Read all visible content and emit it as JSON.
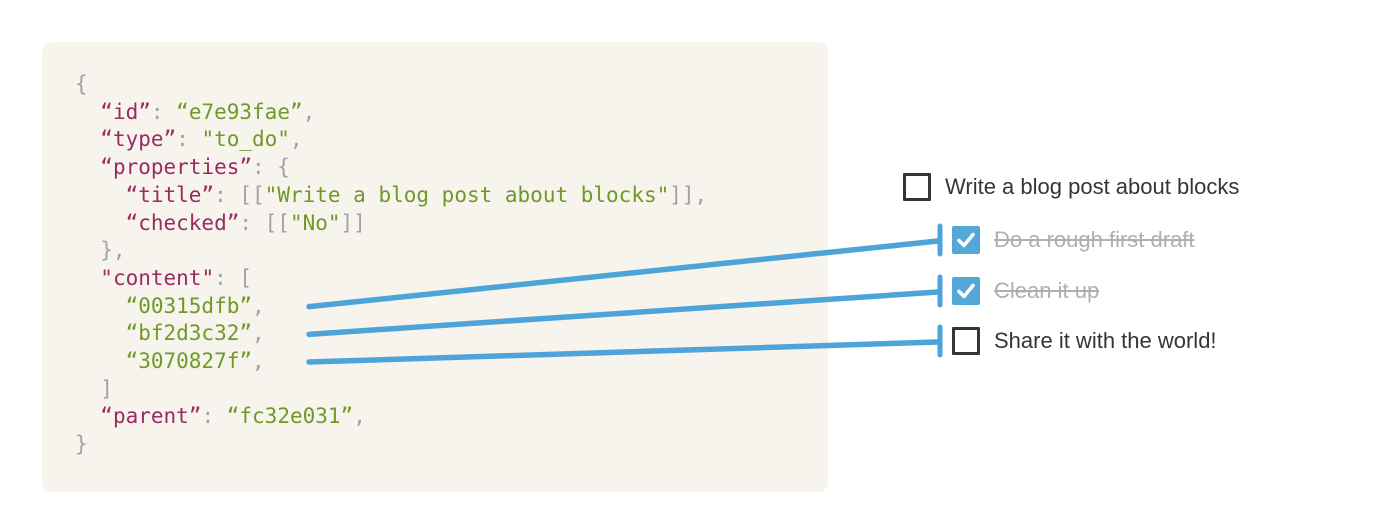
{
  "colors": {
    "page_bg": "#ffffff",
    "code_bg": "#f7f3ed",
    "code_key": "#9c2a63",
    "code_string": "#6f9a28",
    "code_punct": "#a2a2a0",
    "connector_blue": "#4ea3d8",
    "checkbox_checked_blue": "#54a8d8",
    "checkbox_border_dark": "#37352f",
    "todo_text_dark": "#37352f",
    "todo_text_done_gray": "#b1afab"
  },
  "code_block": {
    "lines": [
      [
        {
          "c": "punc",
          "t": "{"
        }
      ],
      [
        {
          "c": "punc",
          "t": "  "
        },
        {
          "c": "key",
          "t": "“id”"
        },
        {
          "c": "punc",
          "t": ": "
        },
        {
          "c": "str",
          "t": "“e7e93fae”"
        },
        {
          "c": "punc",
          "t": ","
        }
      ],
      [
        {
          "c": "punc",
          "t": "  "
        },
        {
          "c": "key",
          "t": "“type”"
        },
        {
          "c": "punc",
          "t": ": "
        },
        {
          "c": "str",
          "t": "\"to_do\""
        },
        {
          "c": "punc",
          "t": ","
        }
      ],
      [
        {
          "c": "punc",
          "t": "  "
        },
        {
          "c": "key",
          "t": "“properties”"
        },
        {
          "c": "punc",
          "t": ": {"
        }
      ],
      [
        {
          "c": "punc",
          "t": "    "
        },
        {
          "c": "key",
          "t": "“title”"
        },
        {
          "c": "punc",
          "t": ": [["
        },
        {
          "c": "str",
          "t": "\"Write a blog post about blocks\""
        },
        {
          "c": "punc",
          "t": "]],"
        }
      ],
      [
        {
          "c": "punc",
          "t": "    "
        },
        {
          "c": "key",
          "t": "“checked”"
        },
        {
          "c": "punc",
          "t": ": [["
        },
        {
          "c": "str",
          "t": "\"No\""
        },
        {
          "c": "punc",
          "t": "]]"
        }
      ],
      [
        {
          "c": "punc",
          "t": "  },"
        }
      ],
      [
        {
          "c": "punc",
          "t": "  "
        },
        {
          "c": "key",
          "t": "\"content\""
        },
        {
          "c": "punc",
          "t": ": ["
        }
      ],
      [
        {
          "c": "punc",
          "t": "    "
        },
        {
          "c": "str",
          "t": "“00315dfb”",
          "id": "00315dfb"
        },
        {
          "c": "punc",
          "t": ","
        }
      ],
      [
        {
          "c": "punc",
          "t": "    "
        },
        {
          "c": "str",
          "t": "“bf2d3c32”",
          "id": "bf2d3c32"
        },
        {
          "c": "punc",
          "t": ","
        }
      ],
      [
        {
          "c": "punc",
          "t": "    "
        },
        {
          "c": "str",
          "t": "“3070827f”",
          "id": "3070827f"
        },
        {
          "c": "punc",
          "t": ","
        }
      ],
      [
        {
          "c": "punc",
          "t": "  ]"
        }
      ],
      [
        {
          "c": "punc",
          "t": "  "
        },
        {
          "c": "key",
          "t": "“parent”"
        },
        {
          "c": "punc",
          "t": ": "
        },
        {
          "c": "str",
          "t": "“fc32e031”"
        },
        {
          "c": "punc",
          "t": ","
        }
      ],
      [
        {
          "c": "punc",
          "t": "}"
        }
      ]
    ]
  },
  "todo_list": {
    "items": [
      {
        "label": "Write a blog post about blocks",
        "checked": false,
        "indent": 0
      },
      {
        "label": "Do a rough first draft",
        "checked": true,
        "indent": 1
      },
      {
        "label": "Clean it up",
        "checked": true,
        "indent": 1
      },
      {
        "label": "Share it with the world!",
        "checked": false,
        "indent": 1
      }
    ]
  },
  "connectors": [
    {
      "from_content_id": "00315dfb",
      "to_item_index": 1
    },
    {
      "from_content_id": "bf2d3c32",
      "to_item_index": 2
    },
    {
      "from_content_id": "3070827f",
      "to_item_index": 3
    }
  ]
}
